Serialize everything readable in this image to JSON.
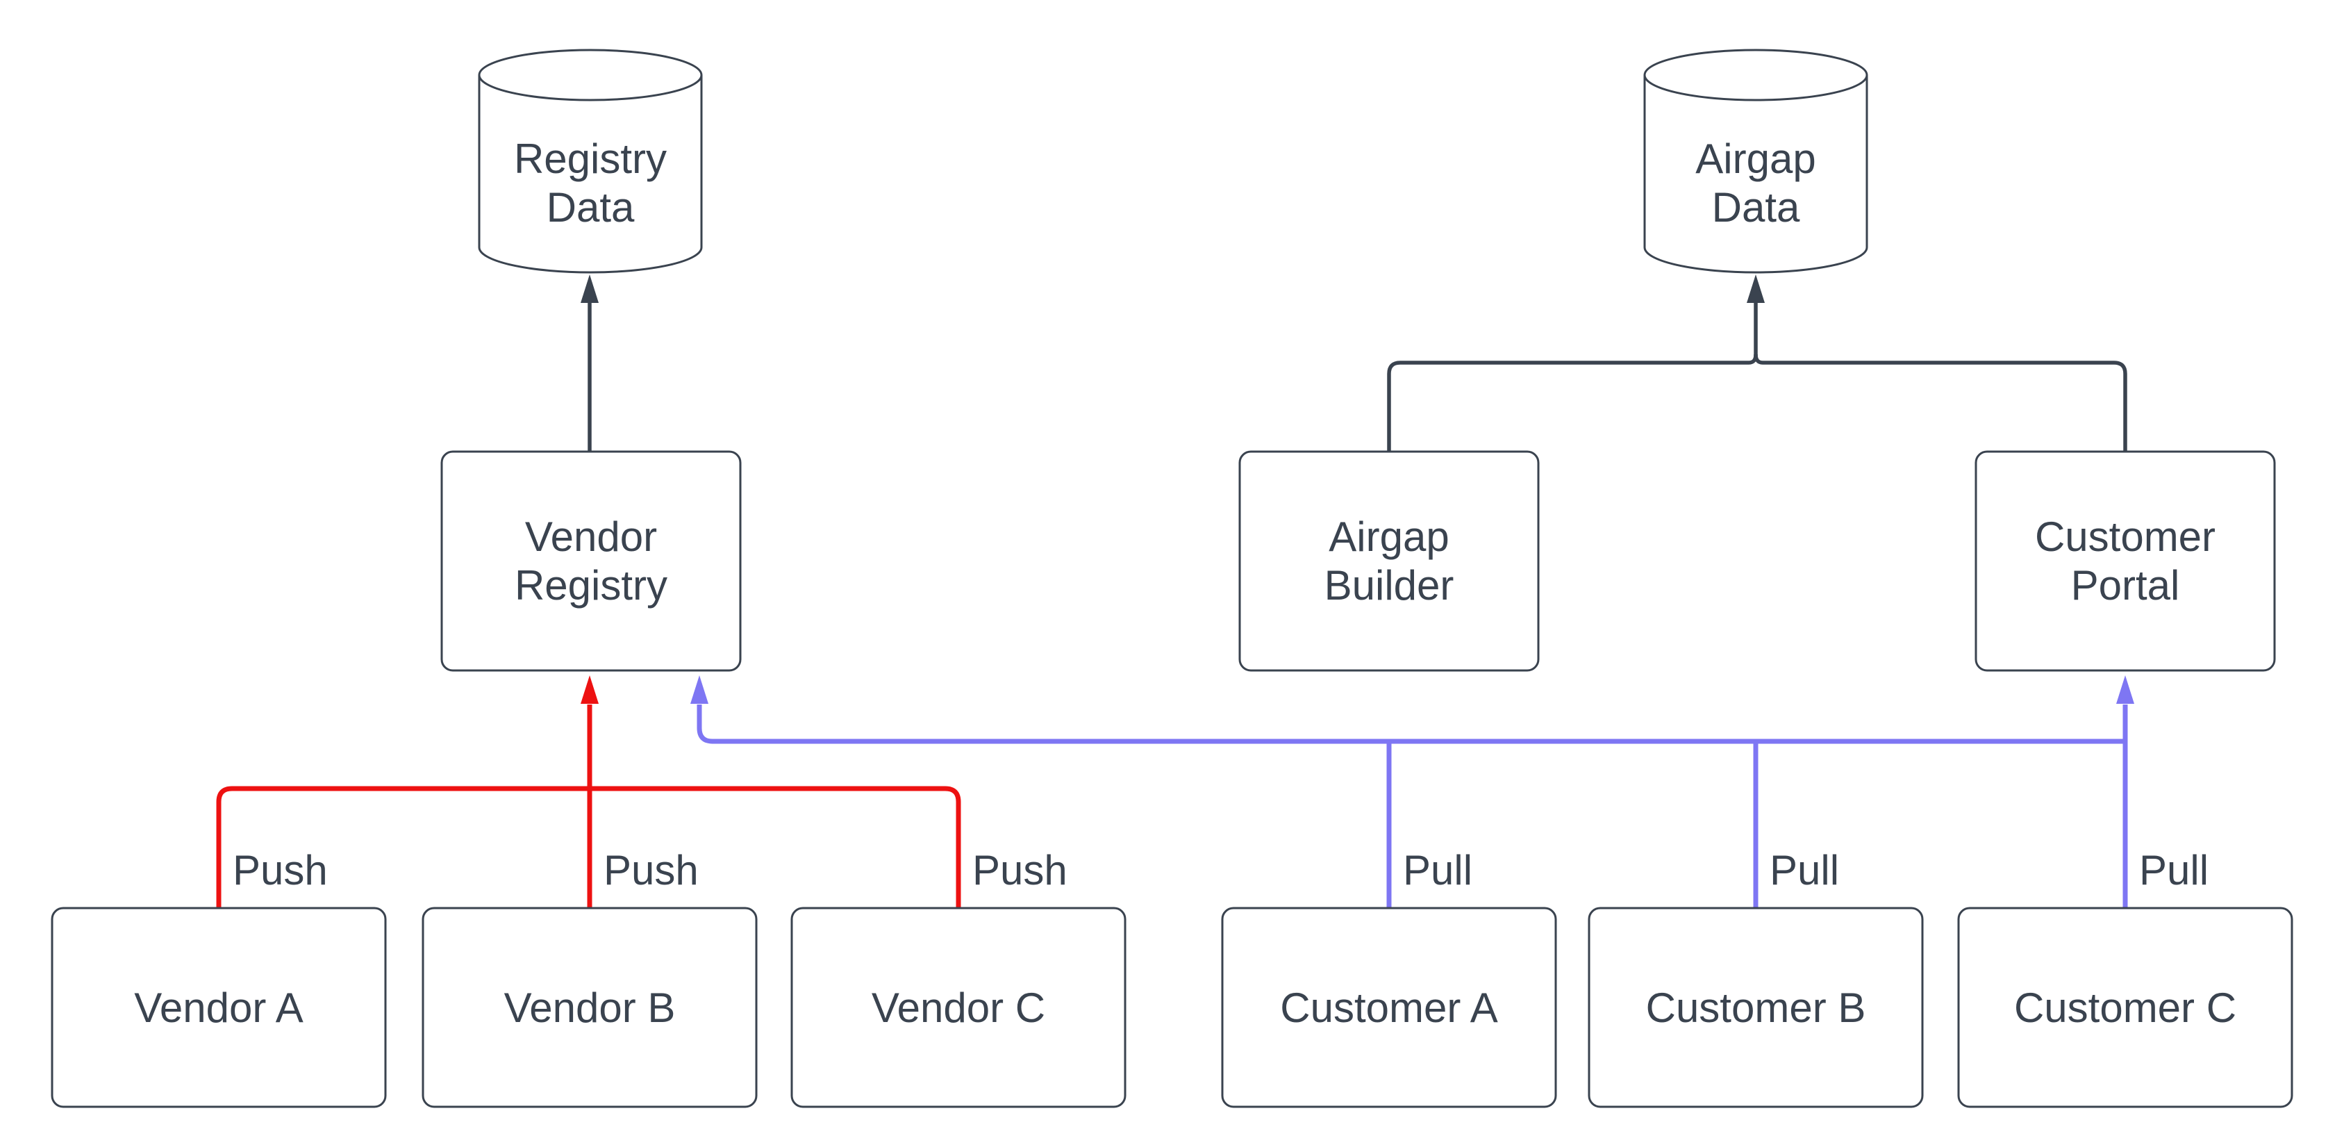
{
  "colors": {
    "dark": "#3A434F",
    "red": "#ED1111",
    "blue": "#7E76F3",
    "node_fill": "#ffffff",
    "background": "#ffffff"
  },
  "nodes": {
    "registry_data": {
      "line1": "Registry",
      "line2": "Data"
    },
    "airgap_data": {
      "line1": "Airgap",
      "line2": "Data"
    },
    "vendor_registry": {
      "line1": "Vendor",
      "line2": "Registry"
    },
    "airgap_builder": {
      "line1": "Airgap",
      "line2": "Builder"
    },
    "customer_portal": {
      "line1": "Customer",
      "line2": "Portal"
    },
    "vendor_a": {
      "label": "Vendor A"
    },
    "vendor_b": {
      "label": "Vendor B"
    },
    "vendor_c": {
      "label": "Vendor C"
    },
    "customer_a": {
      "label": "Customer A"
    },
    "customer_b": {
      "label": "Customer B"
    },
    "customer_c": {
      "label": "Customer C"
    }
  },
  "edges": {
    "push_label": "Push",
    "pull_label": "Pull"
  }
}
